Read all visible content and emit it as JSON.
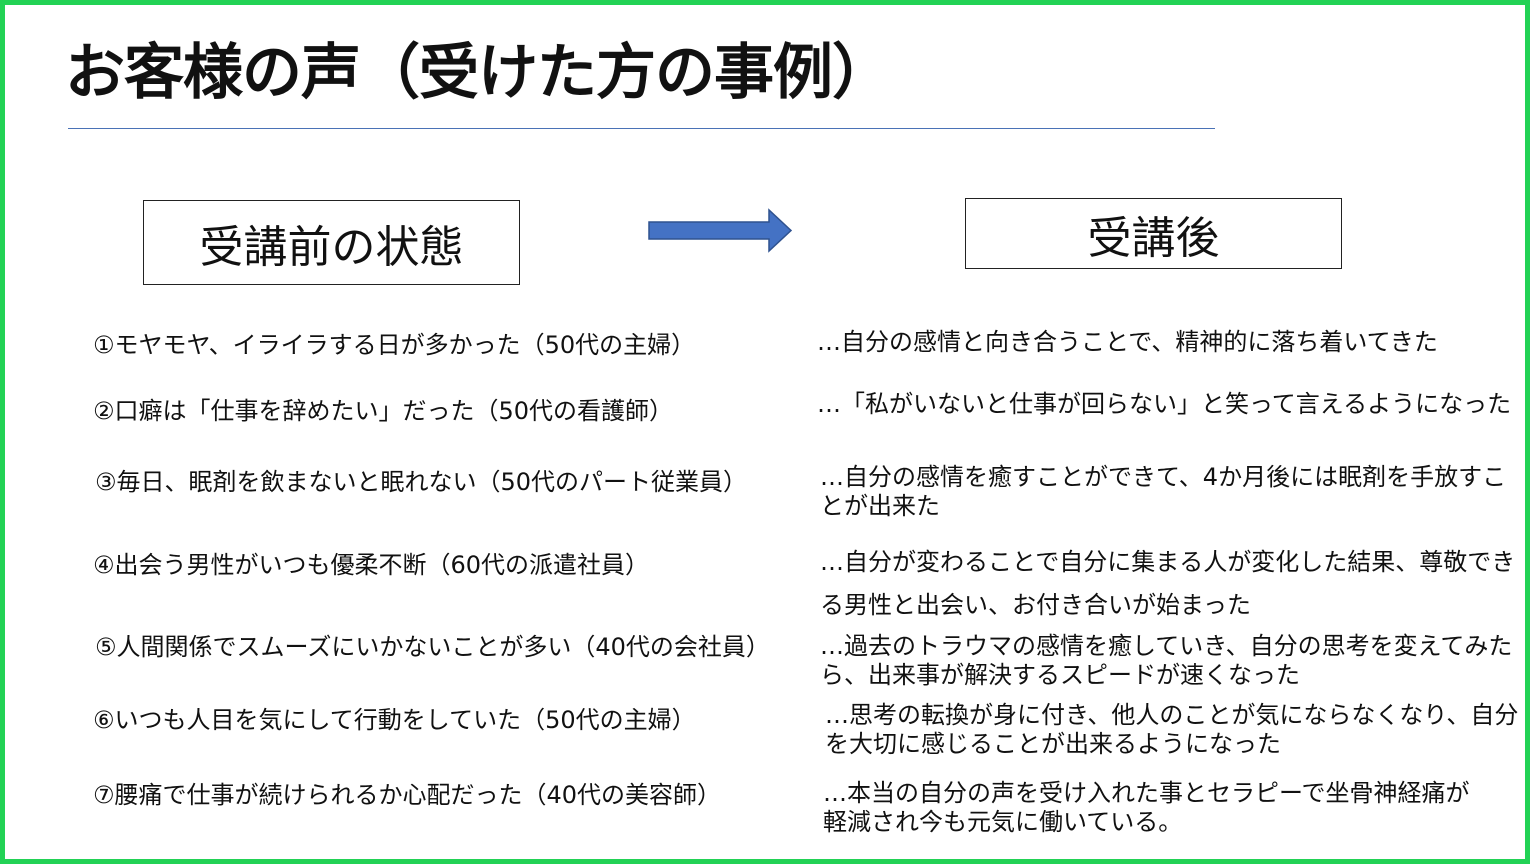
{
  "title": "お客様の声（受けた方の事例）",
  "headers": {
    "before": "受講前の状態",
    "after": "受講後"
  },
  "colors": {
    "frame": "#22d255",
    "arrow_fill": "#4472c4",
    "arrow_stroke": "#2f528f",
    "rule": "#4a72b6"
  },
  "icons": {
    "arrow": "right-arrow-icon"
  },
  "before_items": [
    "①モヤモヤ、イライラする日が多かった（50代の主婦）",
    "②口癖は「仕事を辞めたい」だった（50代の看護師）",
    "③毎日、眠剤を飲まないと眠れない（50代のパート従業員）",
    "④出会う男性がいつも優柔不断（60代の派遣社員）",
    "⑤人間関係でスムーズにいかないことが多い（40代の会社員）",
    "⑥いつも人目を気にして行動をしていた（50代の主婦）",
    "⑦腰痛で仕事が続けられるか心配だった（40代の美容師）"
  ],
  "after_items": [
    "…自分の感情と向き合うことで、精神的に落ち着いてきた",
    "…「私がいないと仕事が回らない」と笑って言えるようになった",
    "…自分の感情を癒すことができて、4か月後には眠剤を手放すことが出来た",
    "…自分が変わることで自分に集まる人が変化した結果、尊敬できる男性と出会い、お付き合いが始まった",
    "…過去のトラウマの感情を癒していき、自分の思考を変えてみたら、出来事が解決するスピードが速くなった",
    "…思考の転換が身に付き、他人のことが気にならなくなり、自分を大切に感じることが出来るようになった",
    "…本当の自分の声を受け入れた事とセラピーで坐骨神経痛が軽減され今も元気に働いている。"
  ]
}
